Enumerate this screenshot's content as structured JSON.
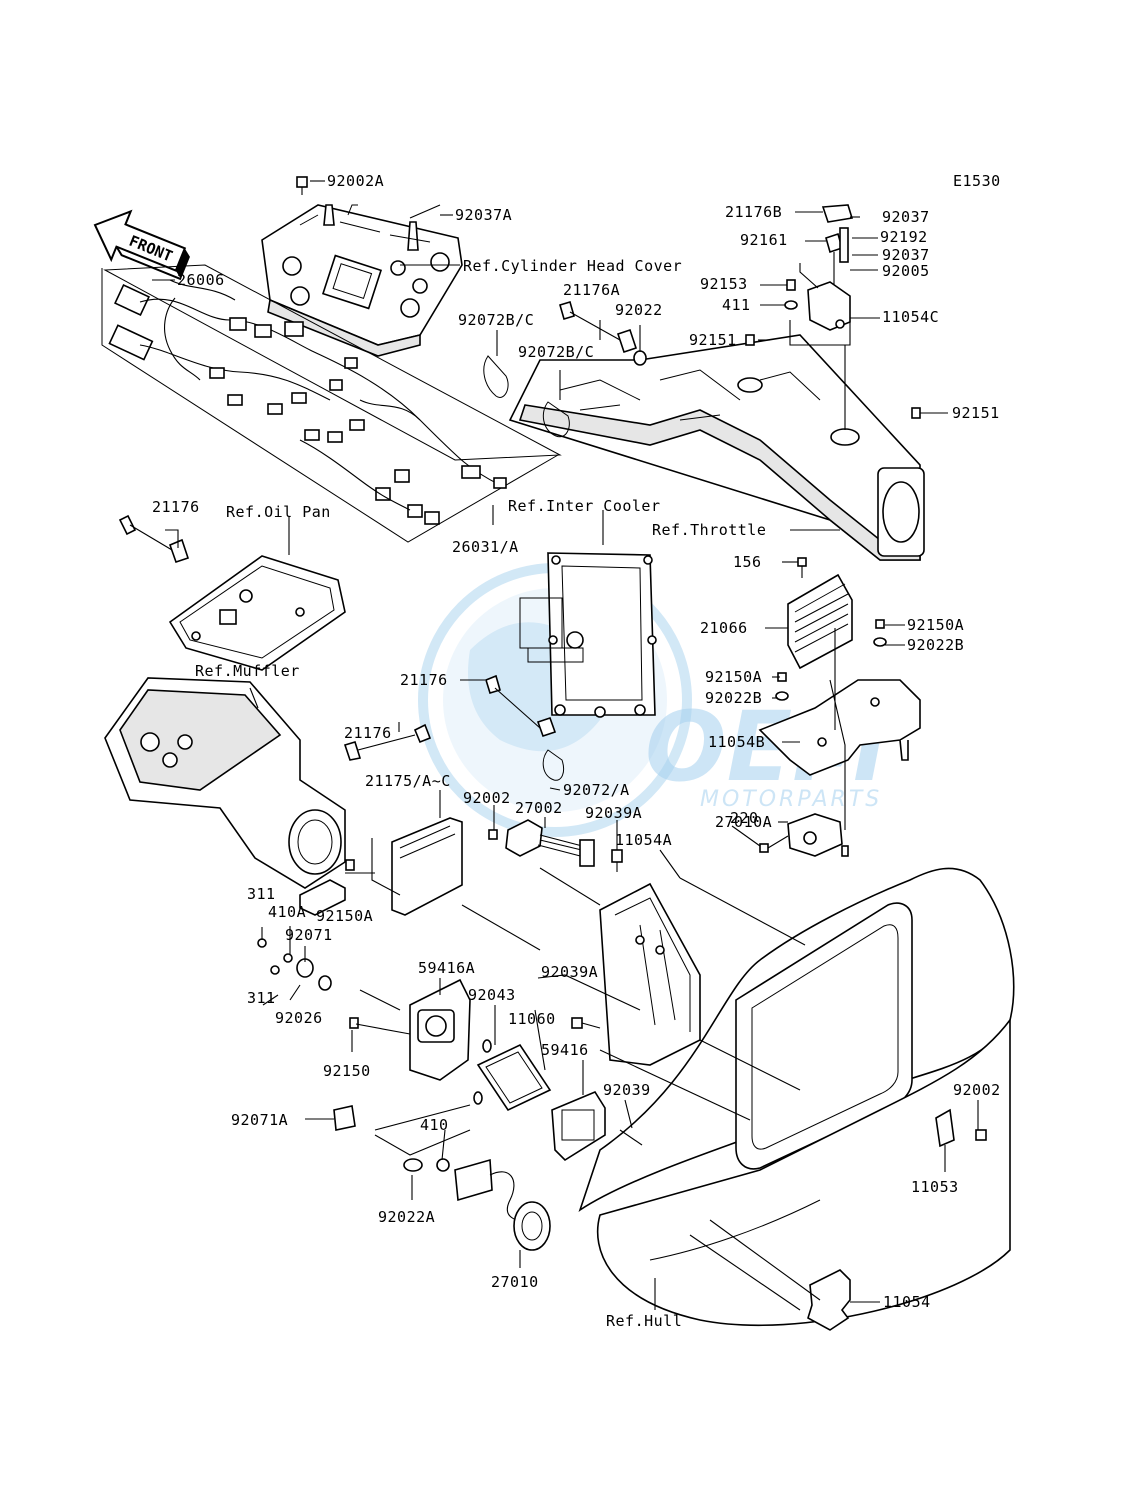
{
  "diagram_code": "E1530",
  "front_label": "FRONT",
  "watermark": {
    "brand": "OEM",
    "sub": "MOTORPARTS",
    "color": "#5aa9e0"
  },
  "references": {
    "cylinder_head_cover": "Ref.Cylinder Head Cover",
    "oil_pan": "Ref.Oil Pan",
    "inter_cooler": "Ref.Inter Cooler",
    "throttle": "Ref.Throttle",
    "muffler": "Ref.Muffler",
    "hull": "Ref.Hull"
  },
  "part_labels": {
    "p92002A": "92002A",
    "p92037A": "92037A",
    "p26006": "26006",
    "p21176B": "21176B",
    "p92037_1": "92037",
    "p92161": "92161",
    "p92192": "92192",
    "p92037_2": "92037",
    "p92153": "92153",
    "p92005": "92005",
    "p411": "411",
    "p11054C": "11054C",
    "p21176A": "21176A",
    "p92022": "92022",
    "p92072BC_1": "92072B/C",
    "p92072BC_2": "92072B/C",
    "p92151_1": "92151",
    "p92151_2": "92151",
    "p21176_1": "21176",
    "p26031A": "26031/A",
    "p156": "156",
    "p21066": "21066",
    "p92150A_1": "92150A",
    "p92022B_1": "92022B",
    "p92150A_2": "92150A",
    "p92022B_2": "92022B",
    "p11054B": "11054B",
    "p21176_2": "21176",
    "p21176_3": "21176",
    "p92072A": "92072/A",
    "p21175": "21175/A~C",
    "p92002_1": "92002",
    "p27002": "27002",
    "p92039A_1": "92039A",
    "p220": "220",
    "p27010A": "27010A",
    "p11054A": "11054A",
    "p311_1": "311",
    "p410A": "410A",
    "p92150A_3": "92150A",
    "p92071": "92071",
    "p59416A": "59416A",
    "p92039A_2": "92039A",
    "p92043": "92043",
    "p311_2": "311",
    "p92026": "92026",
    "p11060": "11060",
    "p92150": "92150",
    "p59416": "59416",
    "p92039": "92039",
    "p92002_2": "92002",
    "p92071A": "92071A",
    "p410": "410",
    "p11053": "11053",
    "p92022A": "92022A",
    "p27010": "27010",
    "p11054": "11054"
  }
}
